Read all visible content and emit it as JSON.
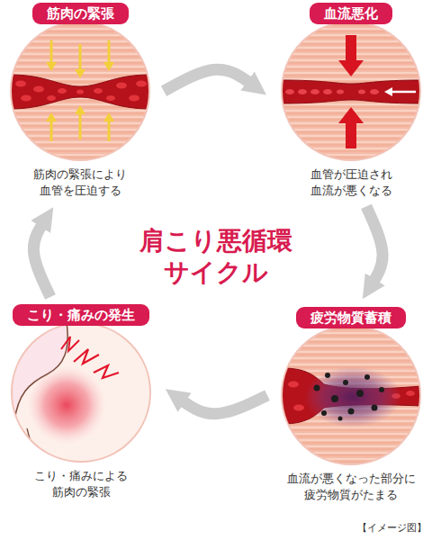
{
  "diagram": {
    "title": "肩こり悪循環 サイクル",
    "nodes": [
      {
        "text": [
          "筋肉の緊張",
          "筋肉の緊張により 血管を圧迫する"
        ]
      },
      {
        "text": [
          "血流悪化",
          "血管が圧迫され 血流が悪くなる"
        ]
      },
      {
        "text": [
          "こり・痛みの発生",
          "こり・痛みによる 筋肉の緊張"
        ]
      },
      {
        "text": [
          "疲労物質蓄積",
          "血流が悪くなった部分に 疲労物質がたまる"
        ]
      }
    ],
    "edges": [
      {
        "from": 0,
        "to": 1,
        "arrow": "to"
      },
      {
        "from": 1,
        "to": 3,
        "arrow": "to"
      },
      {
        "from": 3,
        "to": 2,
        "arrow": "to"
      },
      {
        "from": 2,
        "to": 0,
        "arrow": "to"
      }
    ],
    "labels": [
      "【イメージ図】"
    ]
  }
}
